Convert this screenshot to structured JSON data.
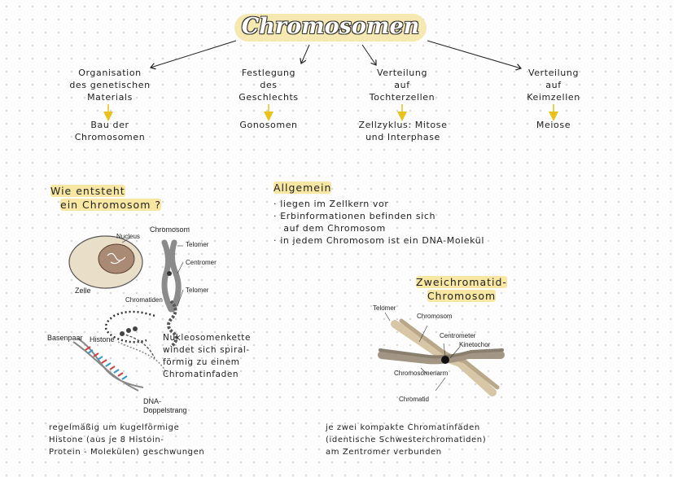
{
  "title": "Chromosomen",
  "branches": [
    {
      "topic": [
        "Organisation",
        "des genetischen",
        "Materials"
      ],
      "result": [
        "Bau der",
        "Chromosomen"
      ]
    },
    {
      "topic": [
        "Festlegung",
        "des",
        "Geschlechts"
      ],
      "result": [
        "Gonosomen"
      ]
    },
    {
      "topic": [
        "Verteilung",
        "auf",
        "Tochterzellen"
      ],
      "result": [
        "Zellzyklus: Mitose",
        "und Interphase"
      ]
    },
    {
      "topic": [
        "Verteilung",
        "auf",
        "Keimzellen"
      ],
      "result": [
        "Meiose"
      ]
    }
  ],
  "entstehung": {
    "heading": [
      "Wie entsteht",
      "ein Chromosom ?"
    ],
    "labels": {
      "nucleus": "Nucleus",
      "chromosom": "Chromosom",
      "telomer_top": "Telomer",
      "centromer": "Centromer",
      "telomer_bottom": "Telomer",
      "zelle": "Zelle",
      "chromatiden": "Chromatiden",
      "basenpaar": "Basenpaar",
      "histone": "Histone",
      "dna": [
        "DNA-",
        "Doppelstrang"
      ]
    },
    "note": [
      "Nukleosomenkette",
      "windet sich spiral-",
      "förmig zu einem",
      "Chromatinfaden"
    ],
    "caption": [
      "regelmäßig um kugelförmige",
      "Histone (aus je 8 Histoin-",
      "Protein - Molekülen) geschwungen"
    ]
  },
  "allgemein": {
    "heading": "Allgemein",
    "bullets": [
      "· liegen im Zellkern vor",
      "· Erbinformationen befinden sich",
      "   auf dem Chromosom",
      "· in jedem Chromosom ist ein DNA-Molekül"
    ]
  },
  "zweichromatid": {
    "heading": [
      "Zweichromatid-",
      "Chromosom"
    ],
    "labels": {
      "telomer": "Telomer",
      "chromosom": "Chromosom",
      "centromer": "Centrometer",
      "kinetochor": "Kinetochor",
      "chromosomenarm": "Chromosomenarm",
      "chromatid": "Chromatid"
    },
    "caption": [
      "je zwei kompakte Chromatinfäden",
      "(identische Schwesterchromatiden)",
      "am Zentromer verbunden"
    ]
  },
  "colors": {
    "highlight": "#f7e7a3",
    "arrow_yellow": "#e8c21a",
    "ink": "#222222"
  }
}
